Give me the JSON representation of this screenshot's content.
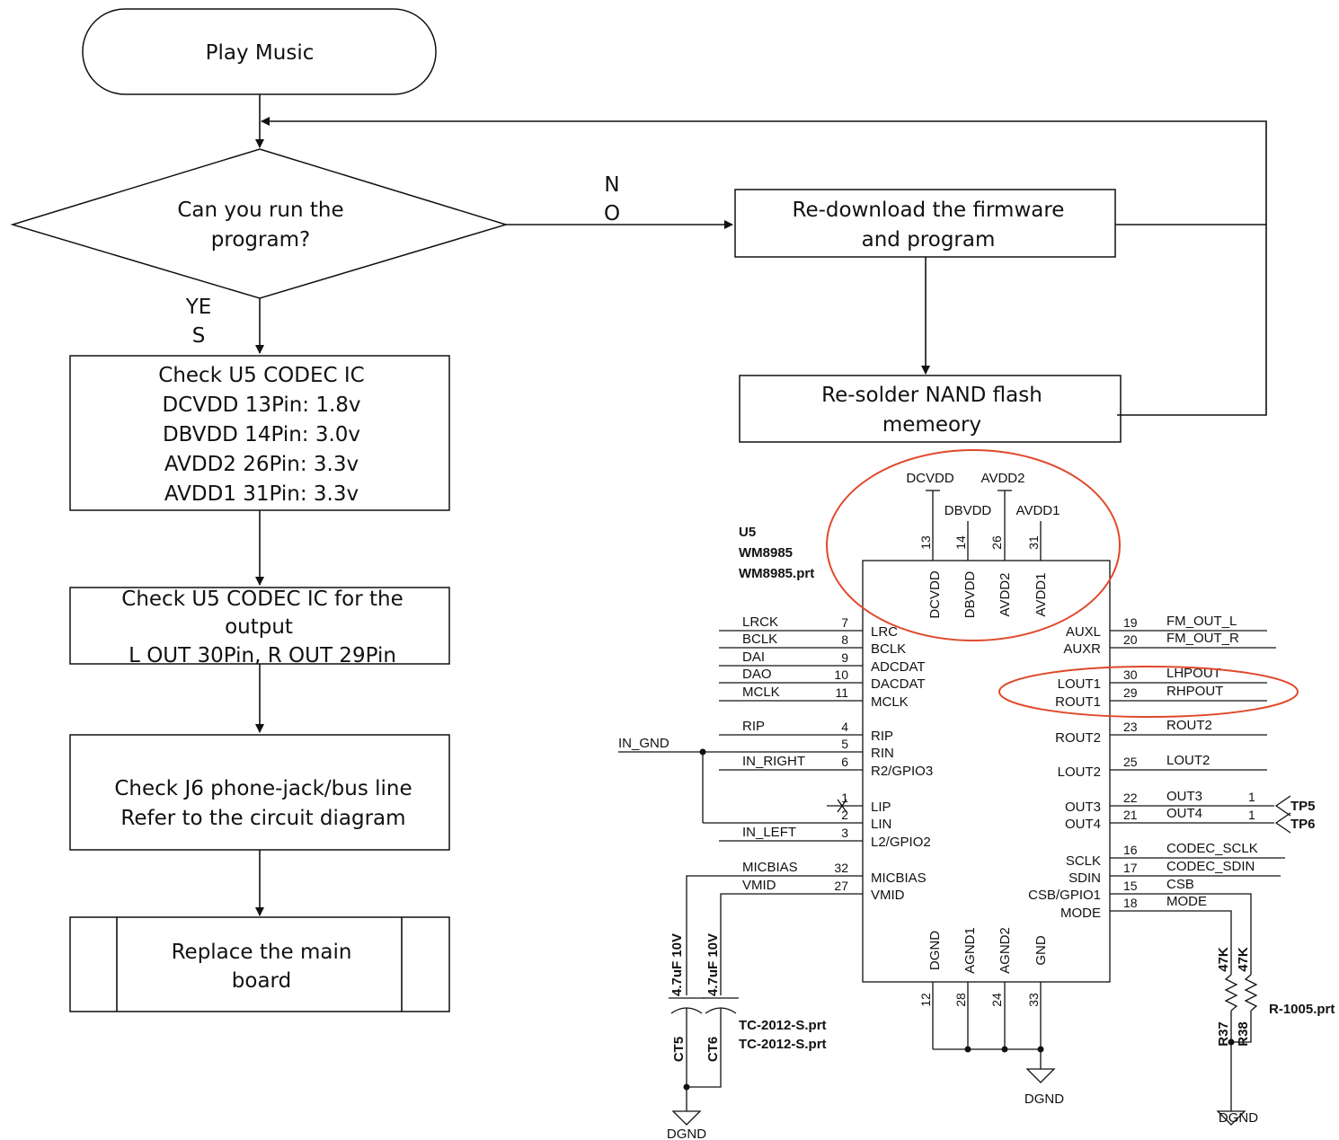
{
  "flowchart": {
    "start": "Play Music",
    "decision": [
      "Can you run the",
      "program?"
    ],
    "no_label": [
      "N",
      "O"
    ],
    "yes_label": [
      "YE",
      "S"
    ],
    "redownload": [
      "Re-download the firmware",
      "and program"
    ],
    "resolder": [
      "Re-solder NAND flash",
      "memeory"
    ],
    "check_power": [
      "Check U5 CODEC IC",
      "DCVDD 13Pin: 1.8v",
      "DBVDD 14Pin: 3.0v",
      "AVDD2 26Pin: 3.3v",
      "AVDD1 31Pin: 3.3v"
    ],
    "check_output": [
      "Check U5 CODEC IC for the",
      "output",
      "L OUT 30Pin, R OUT 29Pin"
    ],
    "check_jack": [
      "Check J6 phone-jack/bus line",
      "Refer to the circuit diagram"
    ],
    "replace": [
      "Replace the main",
      "board"
    ]
  },
  "schematic": {
    "ref": "U5",
    "part": "WM8985",
    "package": "WM8985.prt",
    "top_pins": [
      {
        "net": "DCVDD",
        "num": "13",
        "name": "DCVDD"
      },
      {
        "net": "DBVDD",
        "num": "14",
        "name": "DBVDD"
      },
      {
        "net": "AVDD2",
        "num": "26",
        "name": "AVDD2"
      },
      {
        "net": "AVDD1",
        "num": "31",
        "name": "AVDD1"
      }
    ],
    "left_pins": [
      {
        "net": "LRCK",
        "num": "7",
        "name": "LRC"
      },
      {
        "net": "BCLK",
        "num": "8",
        "name": "BCLK"
      },
      {
        "net": "DAI",
        "num": "9",
        "name": "ADCDAT"
      },
      {
        "net": "DAO",
        "num": "10",
        "name": "DACDAT"
      },
      {
        "net": "MCLK",
        "num": "11",
        "name": "MCLK"
      },
      {
        "net": "RIP",
        "num": "4",
        "name": "RIP"
      },
      {
        "net": "",
        "num": "5",
        "name": "RIN"
      },
      {
        "net": "IN_RIGHT",
        "num": "6",
        "name": "R2/GPIO3"
      },
      {
        "net": "",
        "num": "1",
        "name": "LIP"
      },
      {
        "net": "",
        "num": "2",
        "name": "LIN"
      },
      {
        "net": "IN_LEFT",
        "num": "3",
        "name": "L2/GPIO2"
      },
      {
        "net": "MICBIAS",
        "num": "32",
        "name": "MICBIAS"
      },
      {
        "net": "VMID",
        "num": "27",
        "name": "VMID"
      }
    ],
    "right_pins": [
      {
        "net": "FM_OUT_L",
        "num": "19",
        "name": "AUXL"
      },
      {
        "net": "FM_OUT_R",
        "num": "20",
        "name": "AUXR"
      },
      {
        "net": "LHPOUT",
        "num": "30",
        "name": "LOUT1"
      },
      {
        "net": "RHPOUT",
        "num": "29",
        "name": "ROUT1"
      },
      {
        "net": "ROUT2",
        "num": "23",
        "name": "ROUT2"
      },
      {
        "net": "LOUT2",
        "num": "25",
        "name": "LOUT2"
      },
      {
        "net": "OUT3",
        "num": "22",
        "name": "OUT3"
      },
      {
        "net": "OUT4",
        "num": "21",
        "name": "OUT4"
      },
      {
        "net": "CODEC_SCLK",
        "num": "16",
        "name": "SCLK"
      },
      {
        "net": "CODEC_SDIN",
        "num": "17",
        "name": "SDIN"
      },
      {
        "net": "CSB",
        "num": "15",
        "name": "CSB/GPIO1"
      },
      {
        "net": "MODE",
        "num": "18",
        "name": "MODE"
      }
    ],
    "bottom_pins": [
      {
        "num": "12",
        "name": "DGND"
      },
      {
        "num": "28",
        "name": "AGND1"
      },
      {
        "num": "24",
        "name": "AGND2"
      },
      {
        "num": "33",
        "name": "GND"
      }
    ],
    "in_gnd": "IN_GND",
    "tp5": "TP5",
    "tp6": "TP6",
    "tp_pin": "1",
    "cap_value": "4.7uF 10V",
    "cap_refs": [
      "CT5",
      "CT6"
    ],
    "cap_pkg": "TC-2012-S.prt",
    "res_value": "47K",
    "res_refs": [
      "R37",
      "R38"
    ],
    "res_pkg": "R-1005.prt",
    "gnd": "DGND"
  }
}
